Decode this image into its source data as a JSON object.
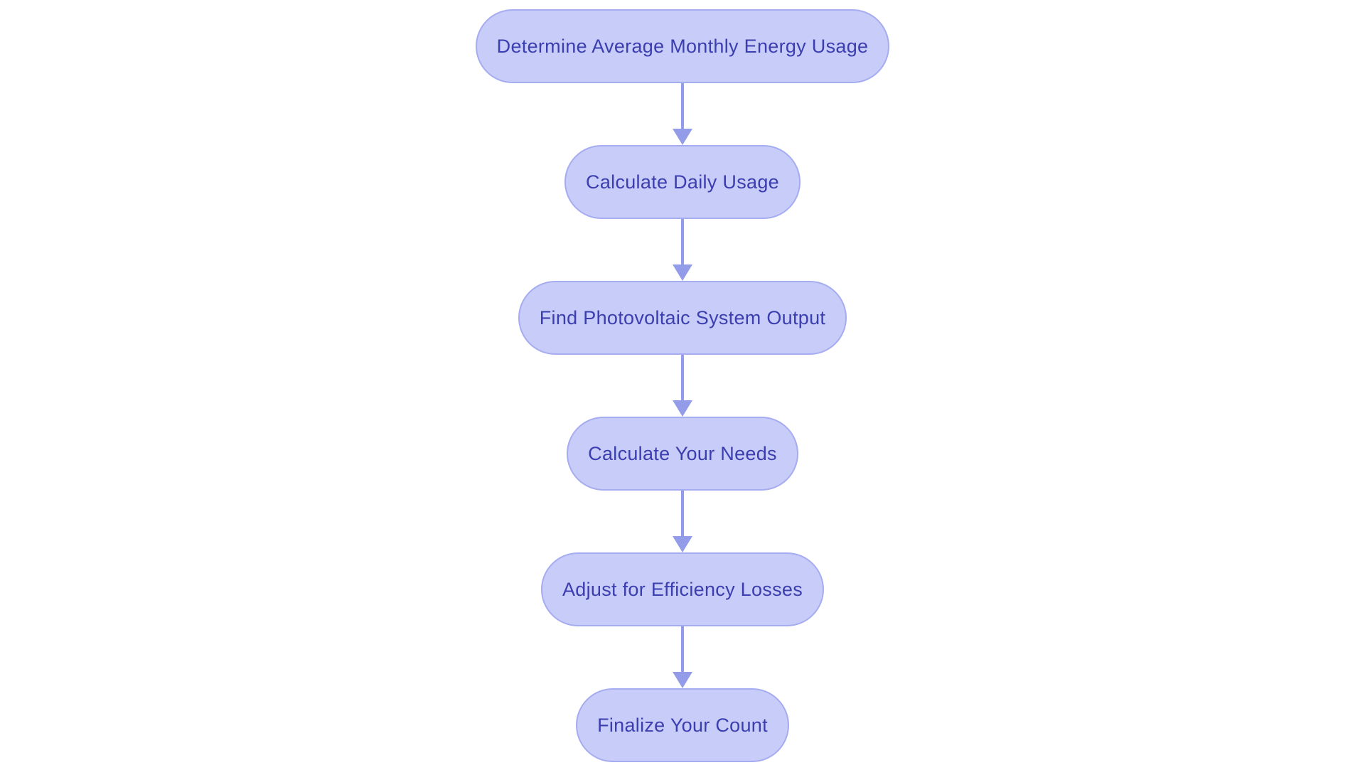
{
  "page": {
    "background_color": "#ffffff"
  },
  "flowchart": {
    "type": "flowchart",
    "direction": "top-down",
    "colors": {
      "node_fill": "#c8ccf8",
      "node_border": "#a5acf0",
      "arrow": "#939ce9",
      "text": "#3b3eae",
      "page_bg": "#ffffff"
    },
    "nodes": [
      {
        "id": "determine-average-monthly-energy-usage",
        "label": "Determine Average Monthly Energy Usage"
      },
      {
        "id": "calculate-daily-usage",
        "label": "Calculate Daily Usage"
      },
      {
        "id": "find-photovoltaic-system-output",
        "label": "Find Photovoltaic System Output"
      },
      {
        "id": "calculate-your-needs",
        "label": "Calculate Your Needs"
      },
      {
        "id": "adjust-for-efficiency-losses",
        "label": "Adjust for Efficiency Losses"
      },
      {
        "id": "finalize-your-count",
        "label": "Finalize Your Count"
      }
    ],
    "edges": [
      {
        "from": "determine-average-monthly-energy-usage",
        "to": "calculate-daily-usage"
      },
      {
        "from": "calculate-daily-usage",
        "to": "find-photovoltaic-system-output"
      },
      {
        "from": "find-photovoltaic-system-output",
        "to": "calculate-your-needs"
      },
      {
        "from": "calculate-your-needs",
        "to": "adjust-for-efficiency-losses"
      },
      {
        "from": "adjust-for-efficiency-losses",
        "to": "finalize-your-count"
      }
    ]
  }
}
